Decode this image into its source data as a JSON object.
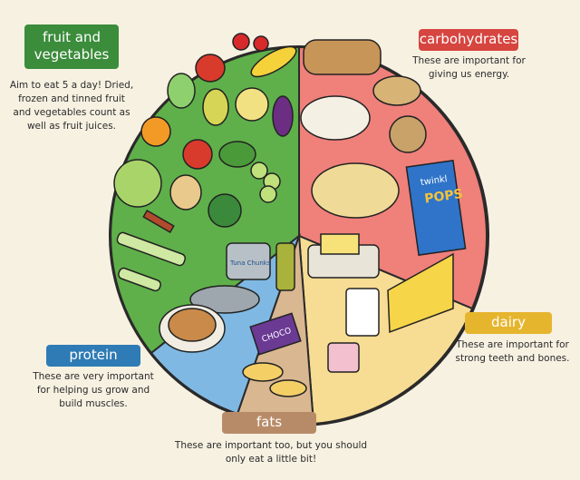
{
  "sections": {
    "fruit_veg": {
      "label": "fruit and vegetables",
      "description": "Aim to eat 5 a day! Dried, frozen and tinned fruit and vegetables count as well as fruit juices.",
      "color": "#3b8c3b",
      "plate_color": "#5fb04a"
    },
    "carbs": {
      "label": "carbohydrates",
      "description": "These are important for giving us energy.",
      "color": "#d6453f",
      "plate_color": "#ef807a"
    },
    "dairy": {
      "label": "dairy",
      "description": "These are important for strong teeth and bones.",
      "color": "#e6b52e",
      "plate_color": "#f7dc93"
    },
    "protein": {
      "label": "protein",
      "description": "These are very important for helping us grow and build muscles.",
      "color": "#2f7bb5",
      "plate_color": "#7fb9e3"
    },
    "fats": {
      "label": "fats",
      "description": "These are important too, but you should only eat a little bit!",
      "color": "#b88b68",
      "plate_color": "#d9b791"
    }
  },
  "packaging": {
    "cereal_brand": "twinkl",
    "cereal_name": "POPS",
    "tuna_label": "Tuna Chunks",
    "chocolate_label": "CHOCO"
  }
}
